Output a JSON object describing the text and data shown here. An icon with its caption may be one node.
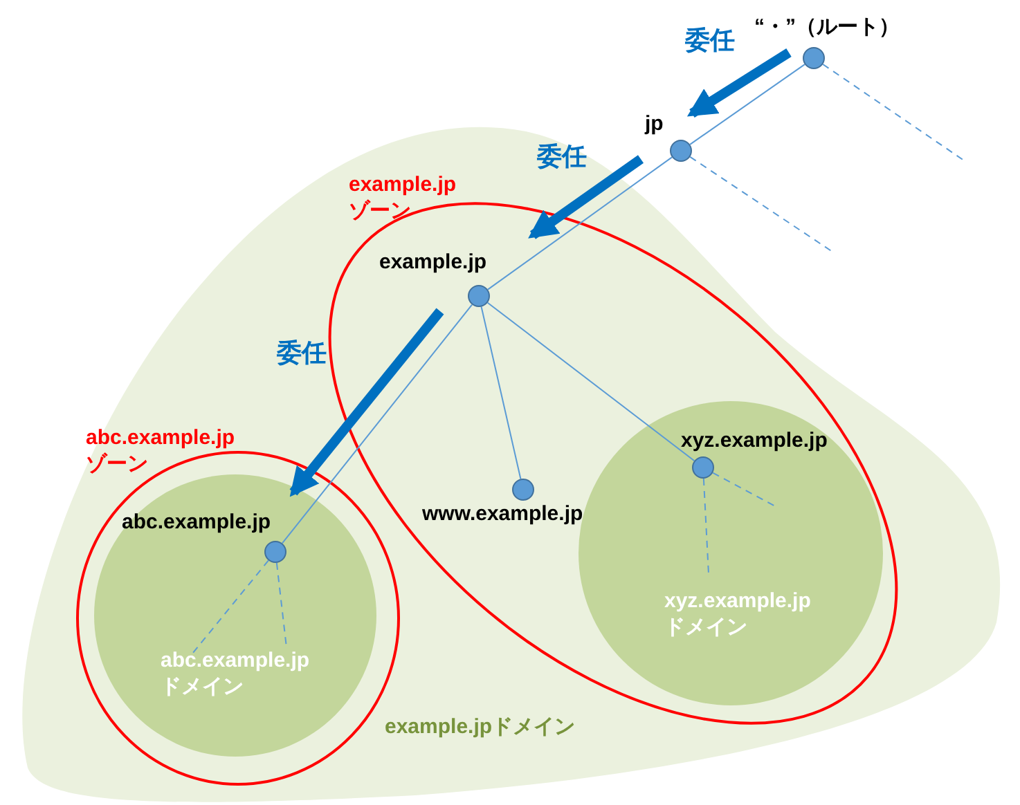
{
  "diagram": {
    "nodes": [
      {
        "text": [
          "example.jpドメイン"
        ]
      },
      {
        "text": [
          "example.jp ゾーン"
        ],
        "in": 0
      },
      {
        "text": [
          "abc.example.jp ゾーン"
        ],
        "in": 0
      },
      {
        "text": [
          "abc.example.jp ドメイン"
        ],
        "in": 2
      },
      {
        "text": [
          "xyz.example.jp ドメイン"
        ],
        "in": 1
      },
      {
        "text": [
          "“・”（ルート）"
        ]
      },
      {
        "text": [
          "jp"
        ]
      },
      {
        "text": [
          "example.jp"
        ],
        "in": 1
      },
      {
        "text": [
          "www.example.jp"
        ],
        "in": 1
      },
      {
        "text": [
          "xyz.example.jp"
        ],
        "in": 4
      },
      {
        "text": [
          "abc.example.jp"
        ],
        "in": 3
      }
    ],
    "edges": [
      {
        "from": 5,
        "to": 6,
        "arrow": "none"
      },
      {
        "from": 6,
        "to": 7,
        "arrow": "none"
      },
      {
        "from": 7,
        "to": 10,
        "arrow": "none"
      },
      {
        "from": 7,
        "to": 8,
        "arrow": "none"
      },
      {
        "from": 7,
        "to": 9,
        "arrow": "none"
      },
      {
        "from": 5,
        "to": null,
        "arrow": "none",
        "style": "dashed"
      },
      {
        "from": 6,
        "to": null,
        "arrow": "none",
        "style": "dashed"
      },
      {
        "from": 9,
        "to": null,
        "arrow": "none",
        "style": "dashed"
      },
      {
        "from": 9,
        "to": null,
        "arrow": "none",
        "style": "dashed"
      },
      {
        "from": 10,
        "to": null,
        "arrow": "none",
        "style": "dashed"
      },
      {
        "from": 10,
        "to": null,
        "arrow": "none",
        "style": "dashed"
      },
      {
        "from": 5,
        "to": 6,
        "arrow": "to",
        "label": "委任",
        "style": "thick",
        "color": "#0070c0"
      },
      {
        "from": 6,
        "to": 1,
        "arrow": "to",
        "label": "委任",
        "style": "thick",
        "color": "#0070c0"
      },
      {
        "from": 7,
        "to": 2,
        "arrow": "to",
        "label": "委任",
        "style": "thick",
        "color": "#0070c0"
      }
    ]
  }
}
